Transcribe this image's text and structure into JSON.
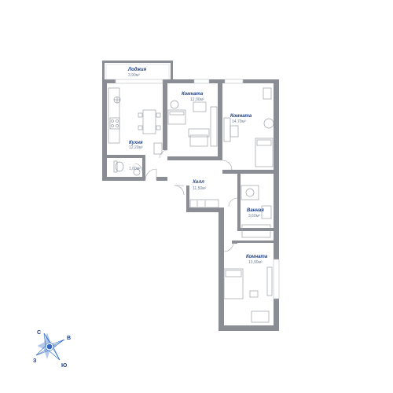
{
  "rooms": [
    {
      "id": "loggia",
      "name": "Лоджия",
      "area": "3,90м²"
    },
    {
      "id": "living1",
      "name": "Комната",
      "area": "12,00м²"
    },
    {
      "id": "living2",
      "name": "Комната",
      "area": "14,70м²"
    },
    {
      "id": "kitchen",
      "name": "Кухня",
      "area": "12,20м²"
    },
    {
      "id": "wc",
      "name": "",
      "area": "1,60м²"
    },
    {
      "id": "hall",
      "name": "Холл",
      "area": "11,50м²"
    },
    {
      "id": "bath",
      "name": "Ванная",
      "area": "3,60м²"
    },
    {
      "id": "living3",
      "name": "Комната",
      "area": "13,90м²"
    }
  ],
  "compass": {
    "north": "С",
    "east": "В",
    "south": "Ю",
    "west": "З"
  },
  "colors": {
    "wall": "#8a8d93",
    "label": "#1a3f8c",
    "furniture": "#9aa0a8",
    "compass": "#2f6bc4"
  }
}
